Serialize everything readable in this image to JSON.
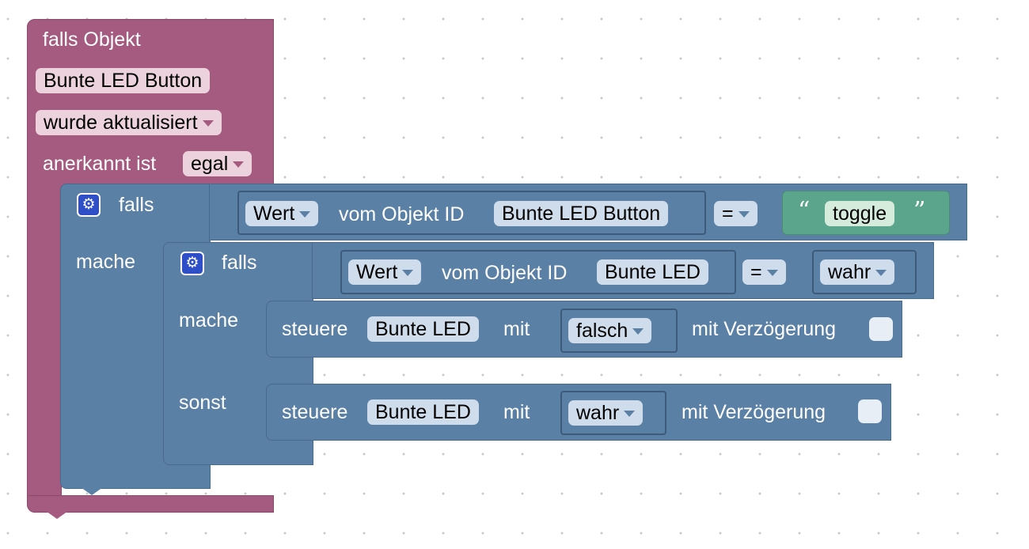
{
  "event_block": {
    "title": "falls Objekt",
    "object": "Bunte LED Button",
    "trigger": "wurde aktualisiert",
    "ack_label": "anerkannt ist",
    "ack_value": "egal"
  },
  "outer_if": {
    "if_label": "falls",
    "do_label": "mache",
    "cond_value_field": "Wert",
    "cond_object_label": "vom Objekt ID",
    "cond_object": "Bunte LED Button",
    "operator": "=",
    "compare_text": "toggle",
    "quote_open": "“",
    "quote_close": "”"
  },
  "inner_if": {
    "if_label": "falls",
    "do_label": "mache",
    "else_label": "sonst",
    "cond_value_field": "Wert",
    "cond_object_label": "vom Objekt ID",
    "cond_object": "Bunte LED",
    "operator": "=",
    "compare_value": "wahr"
  },
  "control_then": {
    "label": "steuere",
    "object": "Bunte LED",
    "with_label": "mit",
    "value": "falsch",
    "delay_label": "mit Verzögerung"
  },
  "control_else": {
    "label": "steuere",
    "object": "Bunte LED",
    "with_label": "mit",
    "value": "wahr",
    "delay_label": "mit Verzögerung"
  },
  "icons": {
    "gear": "gear-icon",
    "dropdown": "chevron-down-icon"
  },
  "colors": {
    "event": "#a55b80",
    "logic": "#5b80a5",
    "text": "#5ba58c"
  }
}
